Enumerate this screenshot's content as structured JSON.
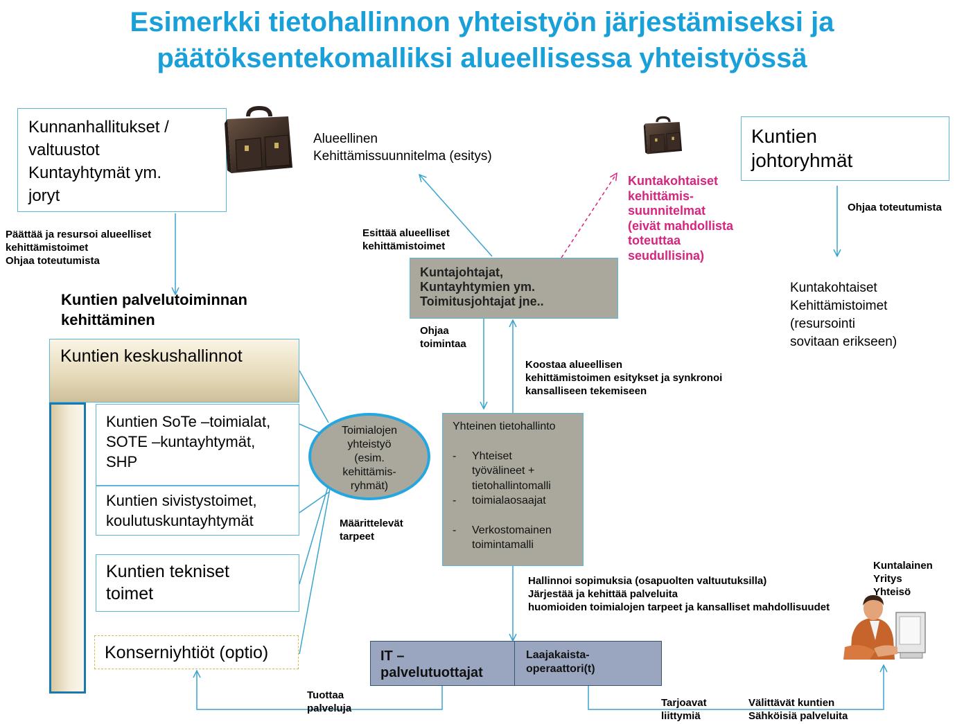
{
  "title": {
    "line1": "Esimerkki tietohallinnon yhteistyön järjestämiseksi ja",
    "line2": "päätöksentekomalliksi alueellisessa yhteistyössä"
  },
  "colors": {
    "title": "#19a0d8",
    "border": "#5bb6d9",
    "gray_box": "#aaa89c",
    "magenta": "#d6247f",
    "it_box": "#9aa6bf"
  },
  "boxes": {
    "kunnanhallitukset": {
      "l1": "Kunnanhallitukset /",
      "l2": "valtuustot",
      "l3": "Kuntayhtymät ym.",
      "l4": "joryt"
    },
    "kuntien_johtoryhmat": {
      "l1": "Kuntien",
      "l2": "johtoryhmät"
    },
    "kuntajohtajat": {
      "l1": "Kuntajohtajat,",
      "l2": "Kuntayhtymien ym.",
      "l3": "Toimitusjohtajat jne.."
    },
    "keskushallinnot": "Kuntien keskushallinnot",
    "sote": {
      "l1": "Kuntien SoTe –toimialat,",
      "l2": "SOTE –kuntayhtymät,",
      "l3": "SHP"
    },
    "sivistys": {
      "l1": "Kuntien sivistystoimet,",
      "l2": "koulutuskuntayhtymät"
    },
    "tekniset": {
      "l1": "Kuntien tekniset",
      "l2": "toimet"
    },
    "konserni": "Konserniyhtiöt (optio)",
    "toimialojen": {
      "l1": "Toimialojen",
      "l2": "yhteistyö",
      "l3": "(esim.",
      "l4": "kehittämis-",
      "l5": "ryhmät)"
    },
    "yhteinen": {
      "title": "Yhteinen tietohallinto",
      "i1_dash": "-",
      "i1_l1": "Yhteiset",
      "i1_l2": "työvälineet +",
      "i1_l3": "tietohallintomalli",
      "i2_dash": "-",
      "i2_l1": "toimialaosaajat",
      "i3_dash": "-",
      "i3_l1": "Verkostomainen",
      "i3_l2": "toimintamalli"
    },
    "it": {
      "l1": "IT –",
      "l2": "palvelutuottajat"
    },
    "laajakaista": {
      "l1": "Laajakaista-",
      "l2": "operaattori(t)"
    }
  },
  "labels": {
    "paattaa": {
      "l1": "Päättää ja resursoi alueelliset",
      "l2": "kehittämistoimet",
      "l3": "Ohjaa toteutumista"
    },
    "palvelutoiminnan": {
      "l1": "Kuntien palvelutoiminnan",
      "l2": "kehittäminen"
    },
    "alueellinen": {
      "l1": "Alueellinen",
      "l2": "Kehittämissuunnitelma (esitys)"
    },
    "esittaa": {
      "l1": "Esittää alueelliset",
      "l2": "kehittämistoimet"
    },
    "kuntakohtaiset_suunn": {
      "l1": "Kuntakohtaiset",
      "l2": "kehittämis-",
      "l3": "suunnitelmat",
      "l4": "(eivät mahdollista",
      "l5": "toteuttaa",
      "l6": "seudullisina)"
    },
    "ohjaa_toteutumista": "Ohjaa toteutumista",
    "kuntakohtaiset_toimet": {
      "l1": "Kuntakohtaiset",
      "l2": "Kehittämistoimet",
      "l3": "(resursointi",
      "l4": "sovitaan erikseen)"
    },
    "ohjaa_toimintaa": {
      "l1": "Ohjaa",
      "l2": "toimintaa"
    },
    "koostaa": {
      "l1": "Koostaa alueellisen",
      "l2": "kehittämistoimen esitykset ja synkronoi",
      "l3": "kansalliseen tekemiseen"
    },
    "maarittelevat": {
      "l1": "Määrittelevät",
      "l2": "tarpeet"
    },
    "hallinnoi": {
      "l1": "Hallinnoi sopimuksia (osapuolten valtuutuksilla)",
      "l2": "Järjestää ja kehittää palveluita",
      "l3": "huomioiden toimialojen tarpeet ja kansalliset mahdollisuudet"
    },
    "kuntalainen": {
      "l1": "Kuntalainen",
      "l2": "Yritys",
      "l3": "Yhteisö"
    },
    "tuottaa": {
      "l1": "Tuottaa",
      "l2": "palveluja"
    },
    "tarjoavat": {
      "l1": "Tarjoavat",
      "l2": "liittymiä"
    },
    "valittavat": {
      "l1": "Välittävät kuntien",
      "l2": "Sähköisiä palveluita"
    }
  },
  "icons": [
    "briefcase-icon",
    "small-briefcase-icon",
    "person-at-computer-icon"
  ]
}
